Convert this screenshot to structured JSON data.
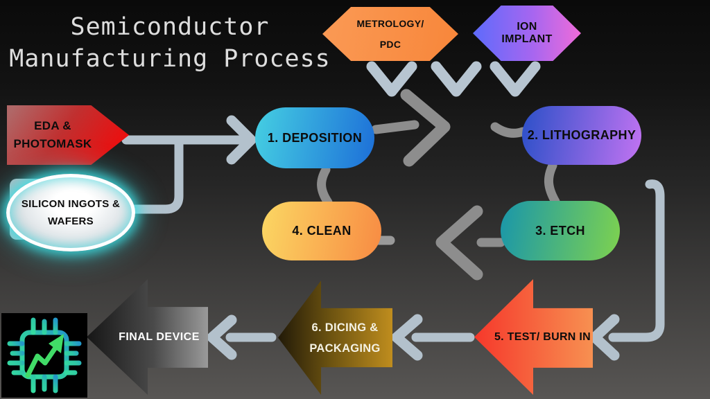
{
  "title": "Semiconductor\nManufacturing Process",
  "top_nodes": {
    "metrology": "METROLOGY/\nPDC",
    "ion_implant": "ION\nIMPLANT"
  },
  "inputs": {
    "eda_photomask": "EDA &\nPHOTOMASK",
    "silicon_wafers": "SILICON INGOTS &\nWAFERS"
  },
  "steps": {
    "deposition": "1. DEPOSITION",
    "lithography": "2. LITHOGRAPHY",
    "etch": "3. ETCH",
    "clean": "4. CLEAN",
    "test_burn_in": "5. TEST/ BURN IN",
    "dicing_packaging": "6. DICING &\nPACKAGING",
    "final_device": "FINAL DEVICE"
  },
  "icons": {
    "chip": "chip-trend-icon"
  },
  "colors": {
    "background_top": "#0a0a0a",
    "background_bottom": "#585654",
    "connector_light": "#b3c1cc",
    "connector_dark": "#8d8d8d",
    "title_text": "#dedede",
    "metrology_fill": "#f9914b",
    "ion_left": "#5d6bfb",
    "ion_right": "#ef6cd9",
    "eda_left": "#b06767",
    "eda_right": "#ea1010",
    "deposition_left": "#45cfe2",
    "deposition_right": "#1d6fd8",
    "lithography_left": "#2b50c8",
    "lithography_right": "#c273f2",
    "clean_left": "#fbd763",
    "clean_right": "#f88b43",
    "etch_left": "#1996aa",
    "etch_right": "#7ed24f",
    "test_left": "#f6382b",
    "test_right": "#f79051",
    "dicing_left": "#221a08",
    "dicing_right": "#bf8d1e",
    "final_left": "#161616",
    "final_right": "#9a9a9a",
    "silicon_glow": "#3ddfe4",
    "chip_teal": "#2ec7a5",
    "chip_blue_teal": "#2398c9",
    "chip_green": "#41db67"
  }
}
